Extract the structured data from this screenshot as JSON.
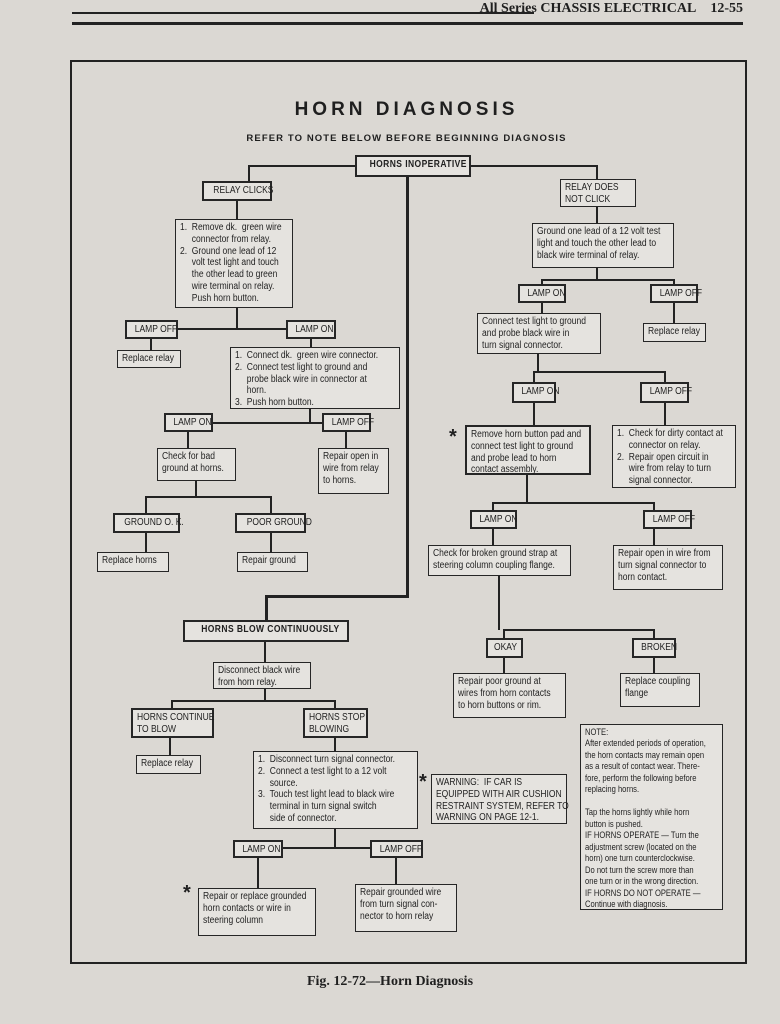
{
  "header": {
    "section": "All Series CHASSIS ELECTRICAL",
    "page_number": "12-55"
  },
  "titles": {
    "title": "HORN DIAGNOSIS",
    "subtitle": "REFER TO NOTE BELOW BEFORE BEGINNING DIAGNOSIS"
  },
  "caption": "Fig. 12-72—Horn Diagnosis",
  "glyphs": {
    "asterisk": "*"
  },
  "colors": {
    "ink": "#1f1f1f",
    "paper": "#dbd8d3"
  },
  "flow": {
    "root": "HORNS INOPERATIVE",
    "left": {
      "relay_clicks": "RELAY CLICKS",
      "step1": "1.  Remove dk.  green wire\n     connector from relay.\n2.  Ground one lead of 12\n     volt test light and touch\n     the other lead to green\n     wire terminal on relay.\n     Push horn button.",
      "lamp_off": "LAMP OFF",
      "replace_relay": "Replace relay",
      "lamp_on": "LAMP ON",
      "step2": "1.  Connect dk.  green wire connector.\n2.  Connect test light to ground and\n     probe black wire in connector at\n     horn.\n3.  Push horn button.",
      "lamp_on2": "LAMP ON",
      "lamp_off2": "LAMP OFF",
      "check_bad_ground": "Check for bad\nground at horns.",
      "repair_open": "Repair open in\nwire from relay\nto horns.",
      "ground_ok": "GROUND O. K.",
      "poor_ground": "POOR GROUND",
      "replace_horns": "Replace horns",
      "repair_ground": "Repair ground"
    },
    "right": {
      "relay_does_not_click": "RELAY DOES\nNOT CLICK",
      "step1": "Ground one lead of a 12 volt test\nlight and touch the other lead to\nblack wire terminal of relay.",
      "lamp_on": "LAMP ON",
      "lamp_off": "LAMP OFF",
      "step2": "Connect test light to ground\nand probe black wire in\nturn signal connector.",
      "replace_relay": "Replace relay",
      "lamp_on2": "LAMP ON",
      "lamp_off2": "LAMP OFF",
      "remove_pad": "Remove horn button pad and\nconnect test light to ground\nand probe lead to horn\ncontact assembly.",
      "check_dirty": "1.  Check for dirty contact at\n     connector on relay.\n2.  Repair open circuit in\n     wire from relay to turn\n     signal connector.",
      "lamp_on3": "LAMP ON",
      "lamp_off3": "LAMP OFF",
      "check_strap": "Check for broken ground strap at\nsteering column coupling flange.",
      "repair_open_ts": "Repair open in wire from\nturn signal connector to\nhorn contact.",
      "okay": "OKAY",
      "broken": "BROKEN",
      "repair_poor_ground": "Repair poor ground at\nwires from horn contacts\nto horn buttons or rim.",
      "replace_coupling": "Replace coupling\nflange"
    },
    "continuous": {
      "horns_blow": "HORNS BLOW CONTINUOUSLY",
      "disconnect": "Disconnect black wire\nfrom horn relay.",
      "continue_blow": "HORNS CONTINUE\nTO BLOW",
      "stop_blowing": "HORNS STOP\nBLOWING",
      "replace_relay": "Replace relay",
      "step": "1.  Disconnect turn signal connector.\n2.  Connect a test light to a 12 volt\n     source.\n3.  Touch test light lead to black wire\n     terminal in turn signal switch\n     side of connector.",
      "lamp_on": "LAMP ON",
      "lamp_off": "LAMP OFF",
      "repair_contacts": "Repair or replace grounded\nhorn contacts or wire in\nsteering column",
      "repair_grounded_wire": "Repair grounded wire\nfrom turn signal con-\nnector to horn relay"
    },
    "warning": "WARNING:  IF CAR IS\nEQUIPPED WITH AIR CUSHION\nRESTRAINT SYSTEM, REFER TO\nWARNING ON PAGE 12-1.",
    "note": "NOTE:\nAfter extended periods of operation,\nthe horn contacts may remain open\nas a result of contact wear. There-\nfore, perform the following before\nreplacing horns.\n\nTap the horns lightly while horn\nbutton is pushed.\nIF HORNS OPERATE — Turn the\nadjustment screw (located on the\nhorn) one turn counterclockwise.\nDo not turn the screw more than\none turn or in the wrong direction.\nIF HORNS DO NOT OPERATE —\nContinue with diagnosis."
  }
}
